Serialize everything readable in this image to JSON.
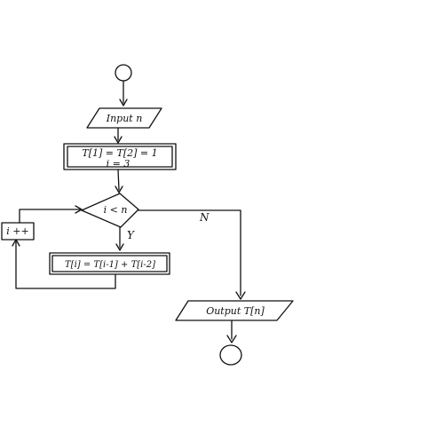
{
  "flowchart": {
    "input_label": "Input n",
    "init_label_line1": "T[1] = T[2] = 1",
    "init_label_line2": "i = 3",
    "decision_label": "i < n",
    "yes_label": "Y",
    "no_label": "N",
    "compute_label": "T[i] = T[i-1] + T[i-2]",
    "increment_label": "i ++",
    "output_label": "Output T[n]"
  }
}
